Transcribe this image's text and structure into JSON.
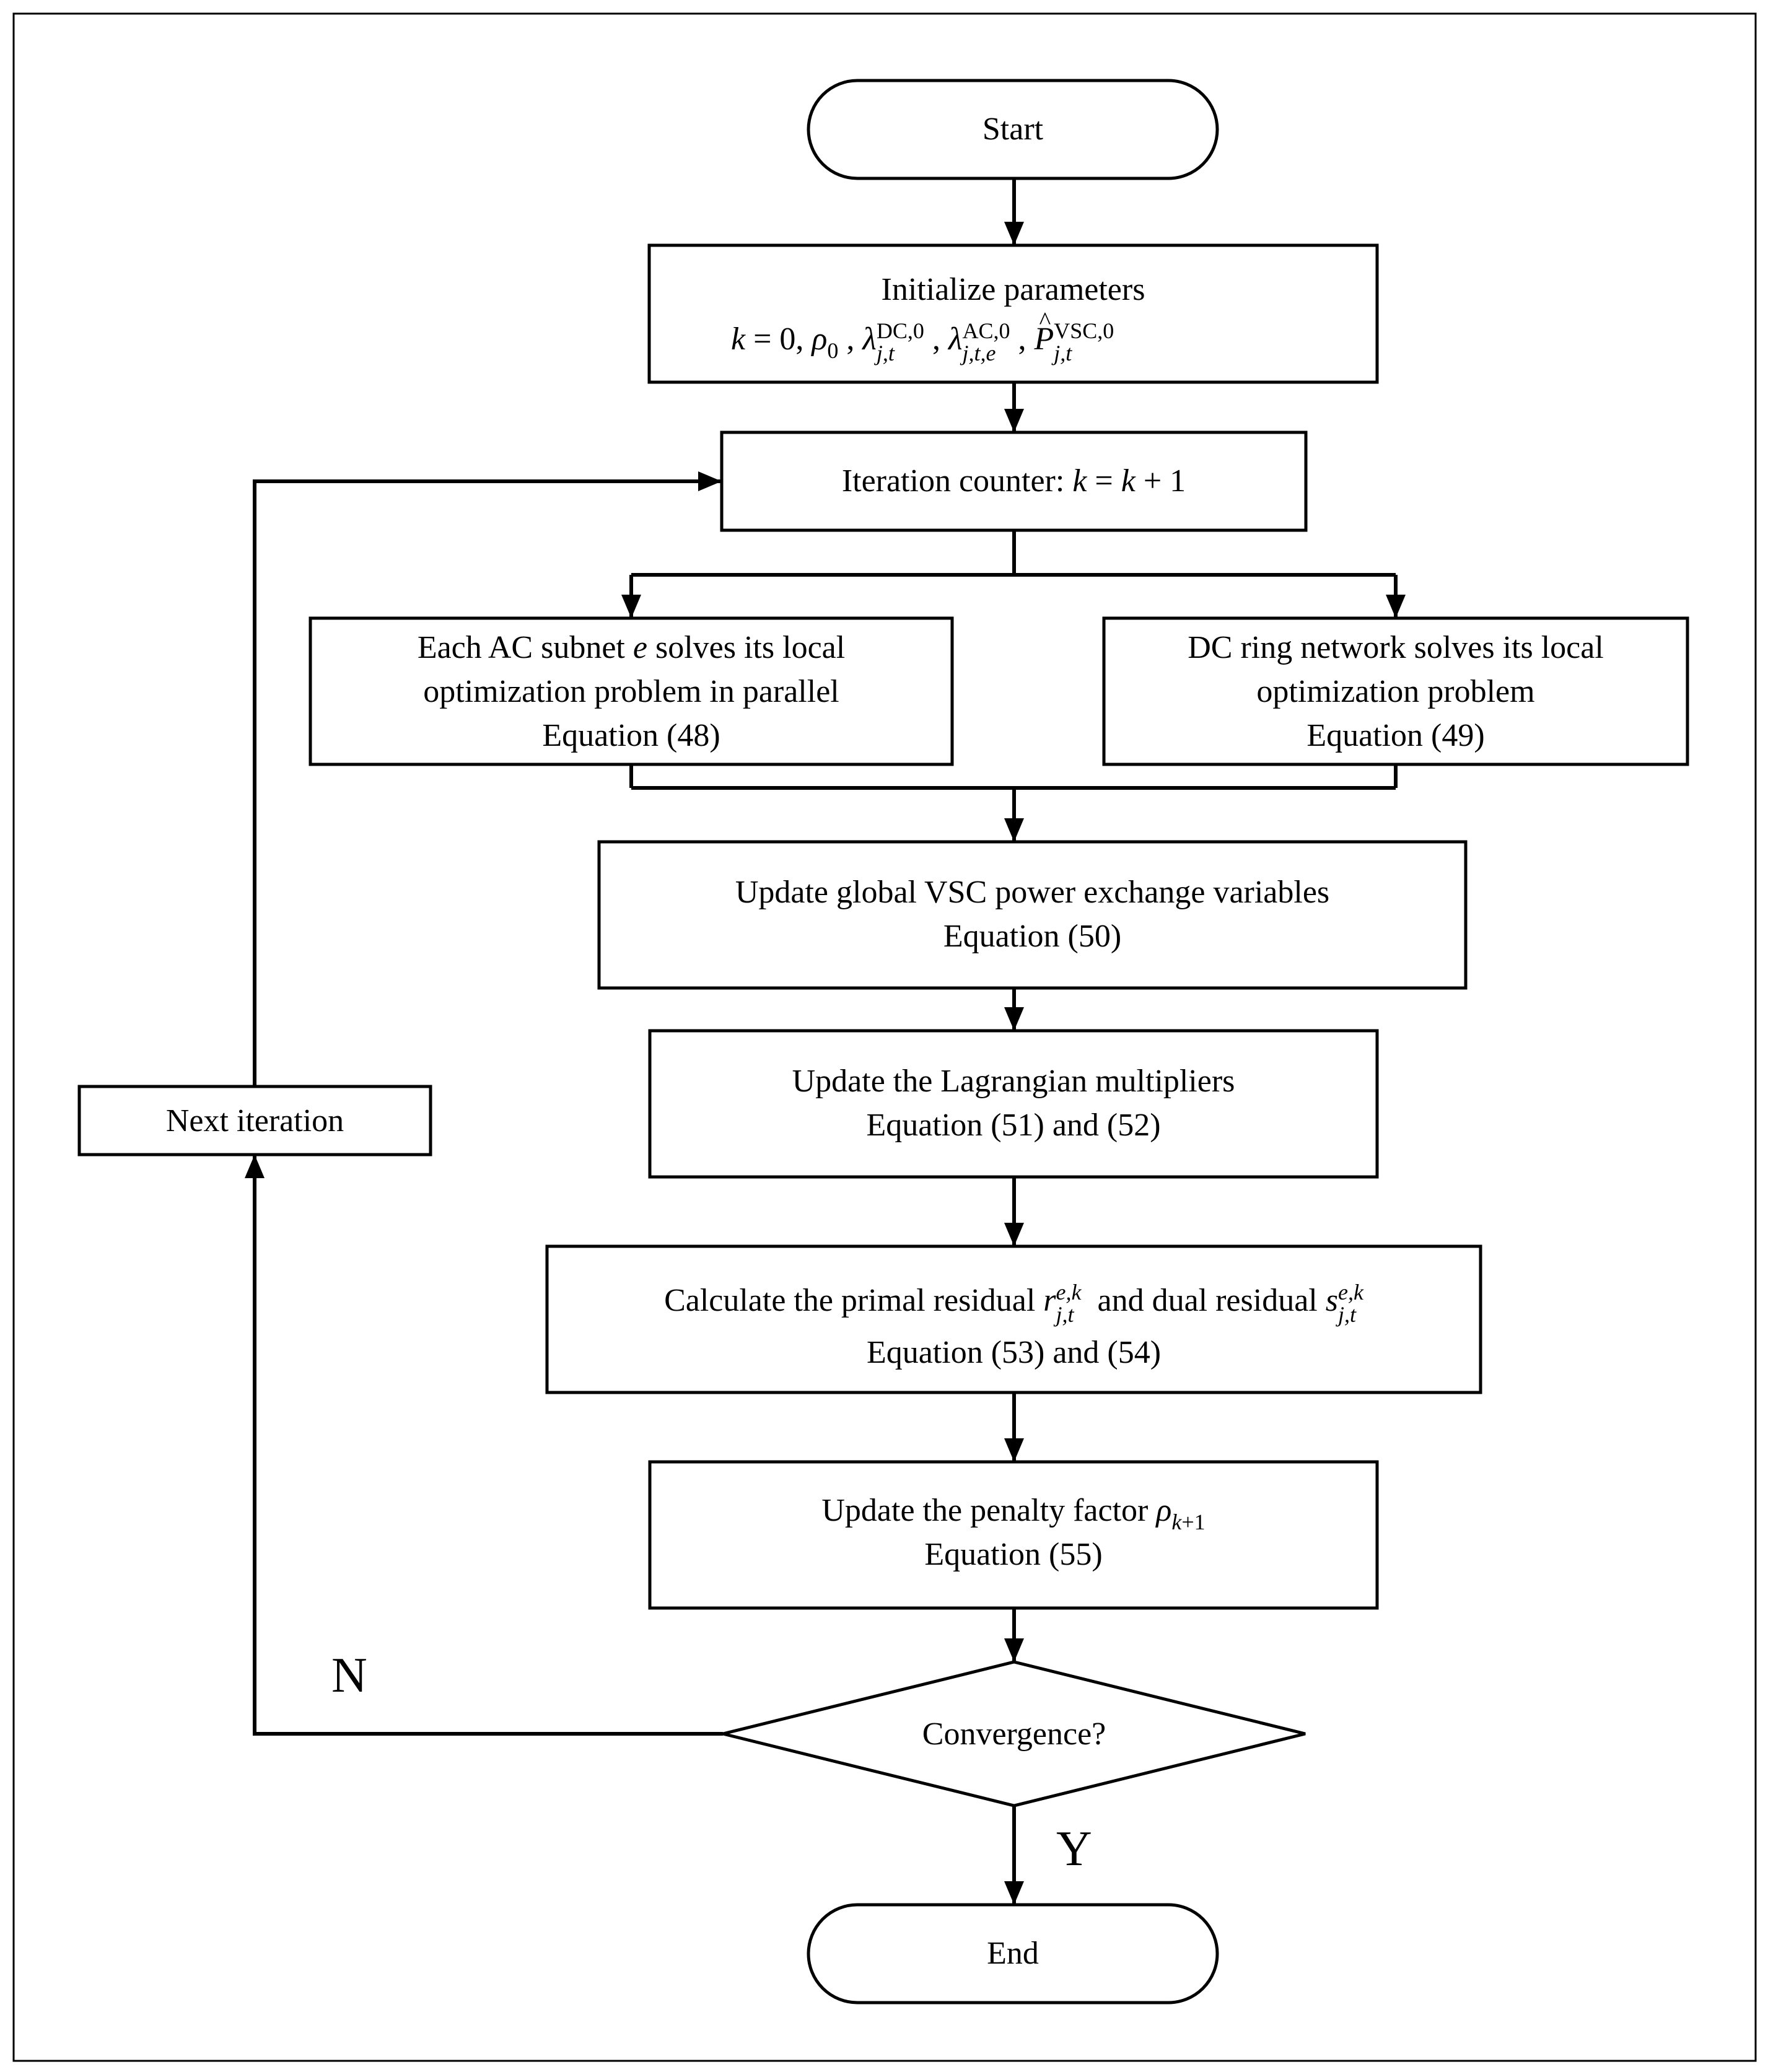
{
  "nodes": {
    "start": {
      "label": "Start"
    },
    "init": {
      "title": "Initialize parameters"
    },
    "counter": {
      "label": "Iteration counter:"
    },
    "ac": {
      "line1": "Each AC subnet",
      "line1b": "solves its local",
      "line2": "optimization problem in parallel",
      "line3": "Equation (48)"
    },
    "dc": {
      "line1": "DC ring network solves its local",
      "line2": "optimization problem",
      "line3": "Equation (49)"
    },
    "vsc": {
      "line1": "Update global VSC power exchange variables",
      "line2": "Equation (50)"
    },
    "lagr": {
      "line1": "Update the Lagrangian multipliers",
      "line2": "Equation (51) and (52)"
    },
    "resid": {
      "line1a": "Calculate the primal residual",
      "line1b": "and dual residual",
      "line2": "Equation (53) and (54)"
    },
    "penalty": {
      "line1": "Update the penalty factor",
      "line2": "Equation (55)"
    },
    "converge": {
      "label": "Convergence?"
    },
    "end": {
      "label": "End"
    },
    "next": {
      "label": "Next iteration"
    }
  },
  "edges": {
    "no_label": "N",
    "yes_label": "Y"
  }
}
